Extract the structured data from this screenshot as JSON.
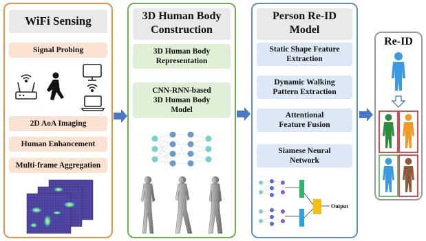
{
  "panels": {
    "wifi": {
      "title": "WiFi Sensing",
      "steps": [
        "Signal Probing",
        "2D AoA Imaging",
        "Human Enhancement",
        "Multi-frame Aggregation"
      ]
    },
    "body": {
      "title_line1": "3D Human Body",
      "title_line2": "Construction",
      "steps": [
        {
          "line1": "3D Human Body",
          "line2": "Representation",
          "line3": ""
        },
        {
          "line1": "CNN-RNN-based",
          "line2": "3D Human Body",
          "line3": "Model"
        }
      ]
    },
    "reid": {
      "title_line1": "Person Re-ID",
      "title_line2": "Model",
      "steps": [
        {
          "line1": "Static Shape Feature",
          "line2": "Extraction"
        },
        {
          "line1": "Dynamic Walking",
          "line2": "Pattern Extraction"
        },
        {
          "line1": "Attentional",
          "line2": "Feature Fusion"
        },
        {
          "line1": "Siamese Neural",
          "line2": "Network"
        }
      ],
      "output_label": "Output"
    },
    "result": {
      "title": "Re-ID"
    }
  },
  "colors": {
    "wifi_border": "#e9914a",
    "body_border": "#6fae4e",
    "reid_border": "#5b8fd0",
    "result_border": "#9a9a9a",
    "arrow": "#4a78c8",
    "person_blue": "#3c9be0",
    "person_green": "#2e8b3c",
    "person_orange": "#ee9a2a",
    "person_brown": "#8a5a3a",
    "match_green": "#4caf50",
    "match_red": "#d0202a"
  },
  "icons": [
    "wifi-router-icon",
    "wifi-signal-icon",
    "walking-person-icon",
    "monitor-icon",
    "laptop-icon",
    "neural-network-icon",
    "human-mesh-icon",
    "person-icon"
  ]
}
